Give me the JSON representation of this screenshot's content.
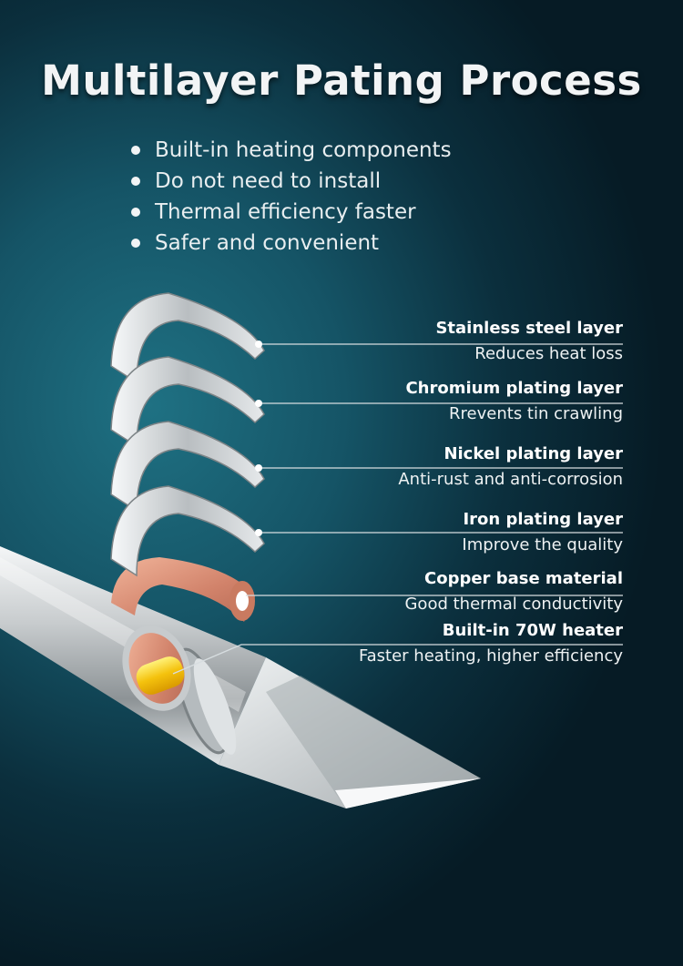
{
  "title": "Multilayer Pating Process",
  "features": [
    "Built-in heating components",
    "Do not need to install",
    "Thermal efficiency faster",
    "Safer and convenient"
  ],
  "layers": [
    {
      "name": "Stainless steel layer",
      "desc": "Reduces heat loss"
    },
    {
      "name": "Chromium plating layer",
      "desc": "Rrevents tin crawling"
    },
    {
      "name": "Nickel plating layer",
      "desc": "Anti-rust and anti-corrosion"
    },
    {
      "name": "Iron plating layer",
      "desc": "Improve the quality"
    },
    {
      "name": "Copper base material",
      "desc": "Good thermal conductivity"
    },
    {
      "name": "Built-in 70W heater",
      "desc": "Faster heating, higher efficiency"
    }
  ],
  "colors": {
    "steel": "#c9cdcf",
    "copper": "#d88c70",
    "heater": "#f1c40f"
  }
}
